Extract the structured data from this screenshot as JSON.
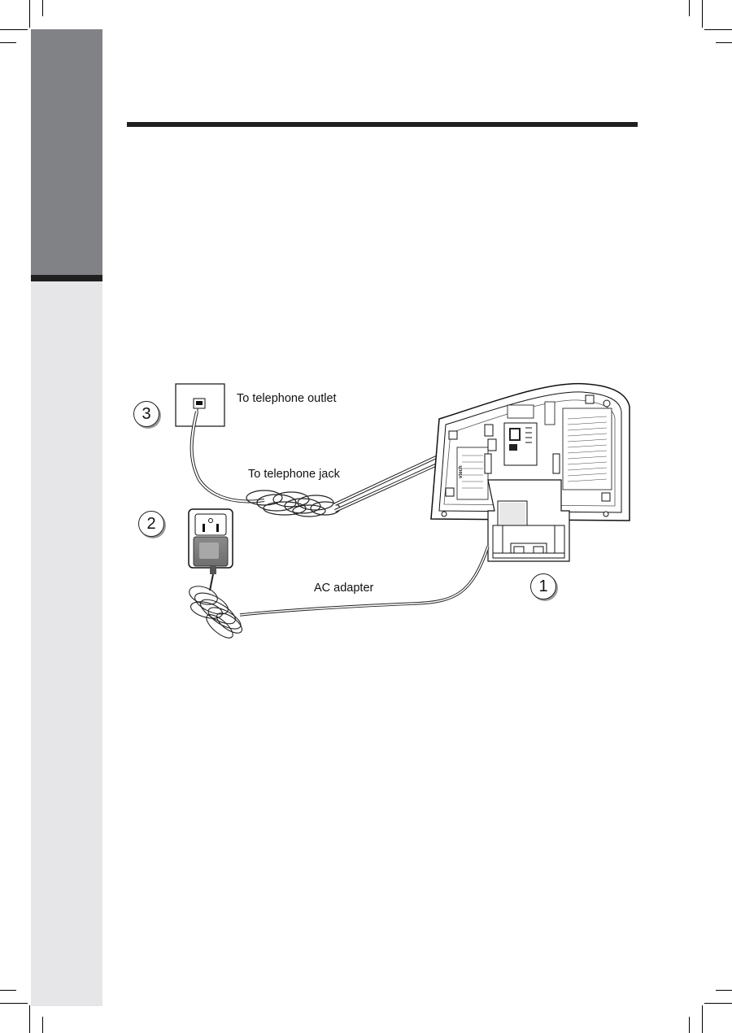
{
  "labels": {
    "outlet": "To telephone outlet",
    "jack": "To telephone jack",
    "adapter": "AC adapter"
  },
  "callouts": {
    "one": "1",
    "two": "2",
    "three": "3"
  },
  "product_brand": "vtech",
  "colors": {
    "sidebar_dark": "#818285",
    "sidebar_light": "#e6e6e8",
    "rule": "#1f1f1f"
  }
}
